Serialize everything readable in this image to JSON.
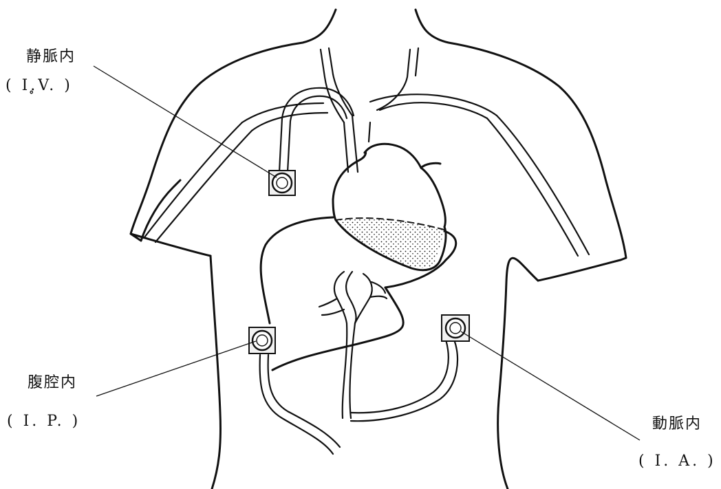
{
  "labels": {
    "iv": {
      "name": "静脈内",
      "abbr": "( I.̥V. )"
    },
    "ip": {
      "name": "腹腔内",
      "abbr": "( I. P. )"
    },
    "ia": {
      "name": "動脈内",
      "abbr": "( I. A. )"
    }
  },
  "colors": {
    "line": "#111111",
    "background": "#ffffff"
  }
}
